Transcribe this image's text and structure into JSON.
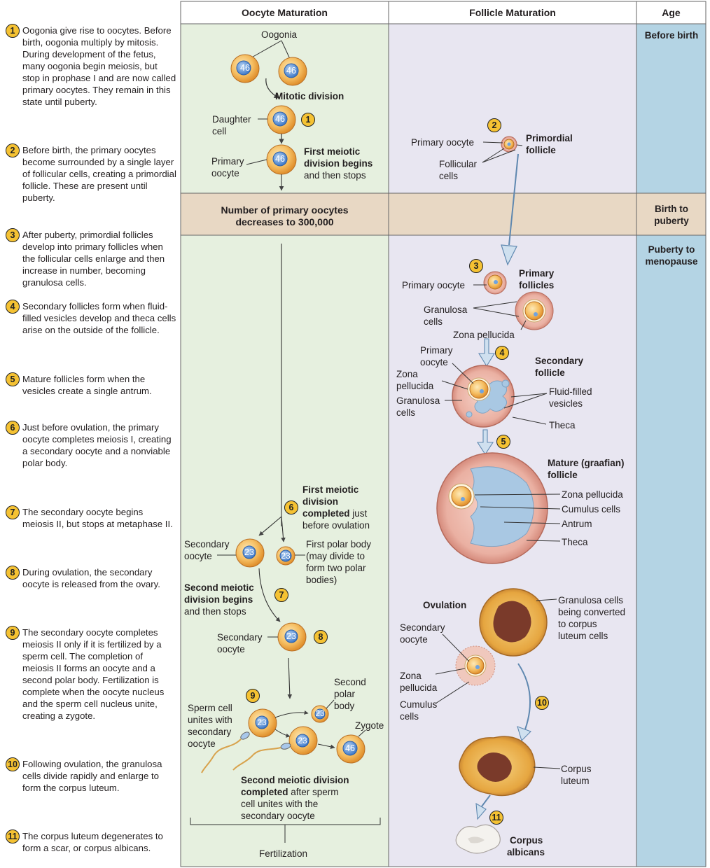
{
  "headers": {
    "oocyte": "Oocyte Maturation",
    "follicle": "Follicle Maturation",
    "age": "Age"
  },
  "ages": {
    "before_birth": "Before birth",
    "birth_to_puberty": "Birth to puberty",
    "puberty_to_menopause": "Puberty to menopause"
  },
  "steps": [
    {
      "num": "1",
      "text": "Oogonia give rise to oocytes. Before birth, oogonia multiply by mitosis. During development of the fetus, many oogonia begin meiosis, but stop in prophase I and are now called primary oocytes. They remain in this state until puberty."
    },
    {
      "num": "2",
      "text": "Before birth, the primary oocytes become surrounded by a single layer of follicular cells, creating a primordial follicle. These are present until puberty."
    },
    {
      "num": "3",
      "text": "After puberty, primordial follicles develop into primary follicles when the follicular cells enlarge and then increase in number, becoming granulosa cells."
    },
    {
      "num": "4",
      "text": "Secondary follicles form when fluid-filled vesicles develop and theca cells arise on the outside of the follicle."
    },
    {
      "num": "5",
      "text": "Mature follicles form when the vesicles create a single antrum."
    },
    {
      "num": "6",
      "text": "Just before ovulation, the primary oocyte completes meiosis I, creating a secondary oocyte and a nonviable polar body."
    },
    {
      "num": "7",
      "text": "The secondary oocyte begins meiosis II, but stops at metaphase II."
    },
    {
      "num": "8",
      "text": "During ovulation, the secondary oocyte is released from the ovary."
    },
    {
      "num": "9",
      "text": "The secondary oocyte completes meiosis II only if it is fertilized by a sperm cell. The completion of meiosis II forms an oocyte and a second polar body. Fertilization is complete when the oocyte nucleus and the sperm cell nucleus unite, creating a zygote."
    },
    {
      "num": "10",
      "text": "Following ovulation, the granulosa cells divide rapidly and enlarge to form the corpus luteum."
    },
    {
      "num": "11",
      "text": "The corpus luteum degenerates to form a scar, or corpus albicans."
    }
  ],
  "oocyte": {
    "oogonia": "Oogonia",
    "chrom46": "46",
    "chrom23": "23",
    "mitotic": "Mitotic division",
    "daughter": "Daughter",
    "cell": "cell",
    "primary": "Primary",
    "oocyte_word": "oocyte",
    "first_meiotic_begins": "First meiotic",
    "division_begins": "division begins",
    "then_stops": "and then stops",
    "number_line1": "Number of primary oocytes",
    "number_line2": "decreases to 300,000",
    "fm_completed_1": "First meiotic",
    "fm_completed_2": "division",
    "fm_completed_3": "completed",
    "fm_completed_4": " just",
    "fm_completed_5": "before ovulation",
    "secondary": "Secondary",
    "first_polar_1": "First polar body",
    "first_polar_2": "(may divide to",
    "first_polar_3": "form two polar",
    "first_polar_4": "bodies)",
    "second_begins_1": "Second meiotic",
    "second_begins_2": "division begins",
    "second_begins_3": "and then stops",
    "second_polar_1": "Second",
    "second_polar_2": "polar",
    "second_polar_3": "body",
    "zygote": "Zygote",
    "sperm_1": "Sperm cell",
    "sperm_2": "unites with",
    "sperm_3": "secondary",
    "sperm_4": "oocyte",
    "completed_1": "Second meiotic division",
    "completed_2": "completed",
    "completed_3": " after sperm",
    "completed_4": "cell unites with the",
    "completed_5": "secondary oocyte",
    "fertilization": "Fertilization"
  },
  "follicle": {
    "primary_oocyte": "Primary oocyte",
    "primordial_1": "Primordial",
    "primordial_2": "follicle",
    "follicular_1": "Follicular",
    "follicular_2": "cells",
    "primary_follicles_1": "Primary",
    "primary_follicles_2": "follicles",
    "granulosa_1": "Granulosa",
    "granulosa_2": "cells",
    "zona_pellucida": "Zona pellucida",
    "primary_1": "Primary",
    "oocyte_2": "oocyte",
    "zona_1": "Zona",
    "zona_2": "pellucida",
    "secondary_follicle_1": "Secondary",
    "secondary_follicle_2": "follicle",
    "fluid_1": "Fluid-filled",
    "fluid_2": "vesicles",
    "theca": "Theca",
    "mature_1": "Mature (graafian)",
    "mature_2": "follicle",
    "cumulus": "Cumulus cells",
    "antrum": "Antrum",
    "ovulation": "Ovulation",
    "secondary_oocyte_1": "Secondary",
    "secondary_oocyte_2": "oocyte",
    "cumulus_1": "Cumulus",
    "cumulus_2": "cells",
    "granulosa_conv_1": "Granulosa cells",
    "granulosa_conv_2": "being converted",
    "granulosa_conv_3": "to corpus",
    "granulosa_conv_4": "luteum cells",
    "corpus_luteum_1": "Corpus",
    "corpus_luteum_2": "luteum",
    "corpus_albicans_1": "Corpus",
    "corpus_albicans_2": "albicans"
  },
  "colors": {
    "oocyte_bg": "#e6f0df",
    "follicle_bg": "#e8e6f1",
    "age_bg": "#b4d4e4",
    "band_bg": "#e8d8c4",
    "badge": "#f5c233"
  }
}
